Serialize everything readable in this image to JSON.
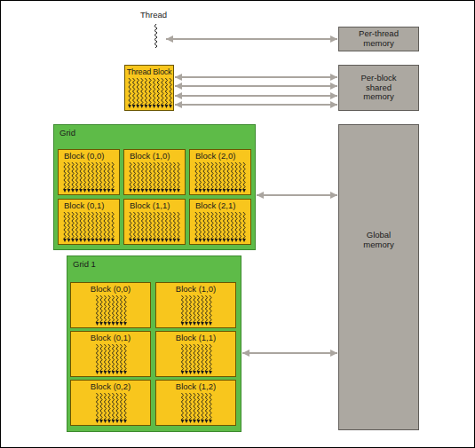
{
  "diagram": {
    "nodes": [
      {
        "text": [
          "Per-thread memory"
        ]
      },
      {
        "text": [
          "Thread Block"
        ]
      },
      {
        "text": [
          "Per-block shared memory"
        ]
      },
      {
        "text": [
          "Grid"
        ]
      },
      {
        "text": [
          "Block (0,0)"
        ],
        "in": 3
      },
      {
        "text": [
          "Block (1,0)"
        ],
        "in": 3
      },
      {
        "text": [
          "Block (2,0)"
        ],
        "in": 3
      },
      {
        "text": [
          "Block (0,1)"
        ],
        "in": 3
      },
      {
        "text": [
          "Block (1,1)"
        ],
        "in": 3
      },
      {
        "text": [
          "Block (2,1)"
        ],
        "in": 3
      },
      {
        "text": [
          "Global memory"
        ]
      },
      {
        "text": [
          "Grid 1"
        ]
      },
      {
        "text": [
          "Block (0,0)"
        ],
        "in": 11
      },
      {
        "text": [
          "Block (1,0)"
        ],
        "in": 11
      },
      {
        "text": [
          "Block (0,1)"
        ],
        "in": 11
      },
      {
        "text": [
          "Block (1,1)"
        ],
        "in": 11
      },
      {
        "text": [
          "Block (0,2)"
        ],
        "in": 11
      },
      {
        "text": [
          "Block (1,2)"
        ],
        "in": 11
      }
    ],
    "edges": [
      {
        "from": 1,
        "to": 2,
        "arrow": "both"
      },
      {
        "from": 1,
        "to": 2,
        "arrow": "both"
      },
      {
        "from": 1,
        "to": 2,
        "arrow": "both"
      },
      {
        "from": 1,
        "to": 2,
        "arrow": "both"
      },
      {
        "from": 3,
        "to": 10,
        "arrow": "both"
      },
      {
        "from": 11,
        "to": 10,
        "arrow": "both"
      }
    ],
    "labels": [
      "Thread"
    ]
  }
}
